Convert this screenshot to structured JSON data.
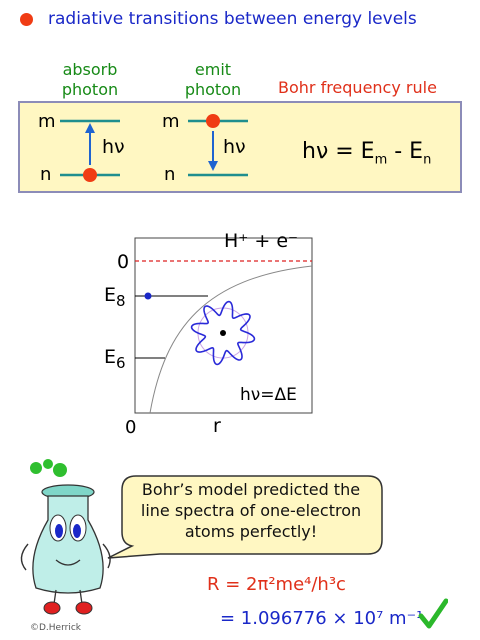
{
  "header": {
    "title": "radiative transitions between energy levels",
    "dot_color": "#f03c14"
  },
  "transitions": {
    "absorb_label_1": "absorb",
    "absorb_label_2": "photon",
    "emit_label_1": "emit",
    "emit_label_2": "photon",
    "bohr_rule_label": "Bohr frequency rule",
    "level_m": "m",
    "level_n": "n",
    "photon_symbol": "hν",
    "formula_left": "hν = E",
    "formula_sub_m": "m",
    "formula_mid": " - E",
    "formula_sub_n": "n"
  },
  "plot": {
    "ion_label": "H⁺ + e⁻",
    "zero_label": "0",
    "e8_label": "E",
    "e8_sub": "8",
    "e6_label": "E",
    "e6_sub": "6",
    "origin_label": "0",
    "r_label": "r",
    "energy_label": "hν=ΔE"
  },
  "speech": {
    "line1": "Bohr’s model predicted the",
    "line2": "line spectra of one-electron",
    "line3": "atoms perfectly!"
  },
  "rydberg": {
    "formula": "R = 2π²me⁴/h³c",
    "value": "= 1.096776 × 10⁷ m⁻¹"
  },
  "credit": "©D.Herrick",
  "colors": {
    "blue": "#1a28c8",
    "red": "#e0301a",
    "green": "#178a17",
    "panel_bg": "#fff7c2",
    "level_line": "#1f8e8e"
  }
}
